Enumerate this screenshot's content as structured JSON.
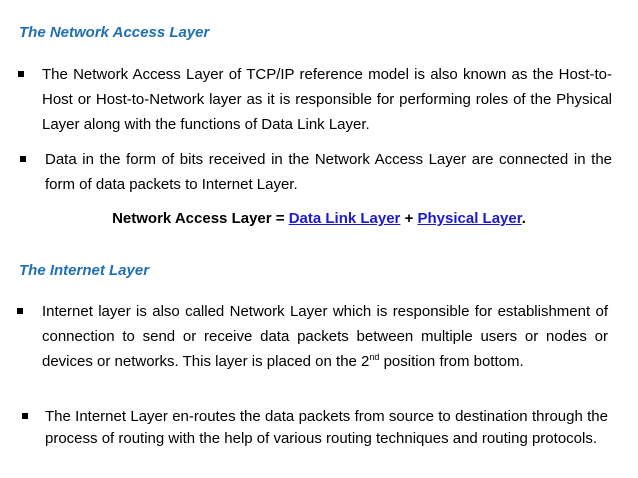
{
  "section1": {
    "heading": "The Network Access Layer",
    "bullet1": "The Network Access Layer of TCP/IP reference model is also known as the Host-to-Host or Host-to-Network layer as it is responsible for performing roles of the Physical Layer along with the functions of Data Link Layer.",
    "bullet2": "Data in the form of bits received in the Network Access Layer are connected in the form of data packets to Internet Layer.",
    "equation": {
      "prefix": "Network Access Layer = ",
      "link1": "Data Link Layer",
      "plus": " + ",
      "link2": "Physical Layer",
      "suffix": "."
    }
  },
  "section2": {
    "heading": "The Internet Layer",
    "bullet1_text": "Internet layer is also called Network Layer which is responsible for establishment of connection to send or receive data packets between multiple users or nodes or devices or networks. This layer is placed on the 2",
    "bullet1_sup": "nd",
    "bullet1_tail": " position from bottom.",
    "bullet2": "The Internet Layer en-routes the data packets from source to destination through the process of routing with the help of various routing techniques and routing protocols."
  },
  "colors": {
    "heading": "#1f6fb2",
    "link": "#1a1ad6",
    "text": "#000000",
    "background": "#ffffff"
  },
  "icons": {
    "bullet": "square-bullet-icon"
  }
}
